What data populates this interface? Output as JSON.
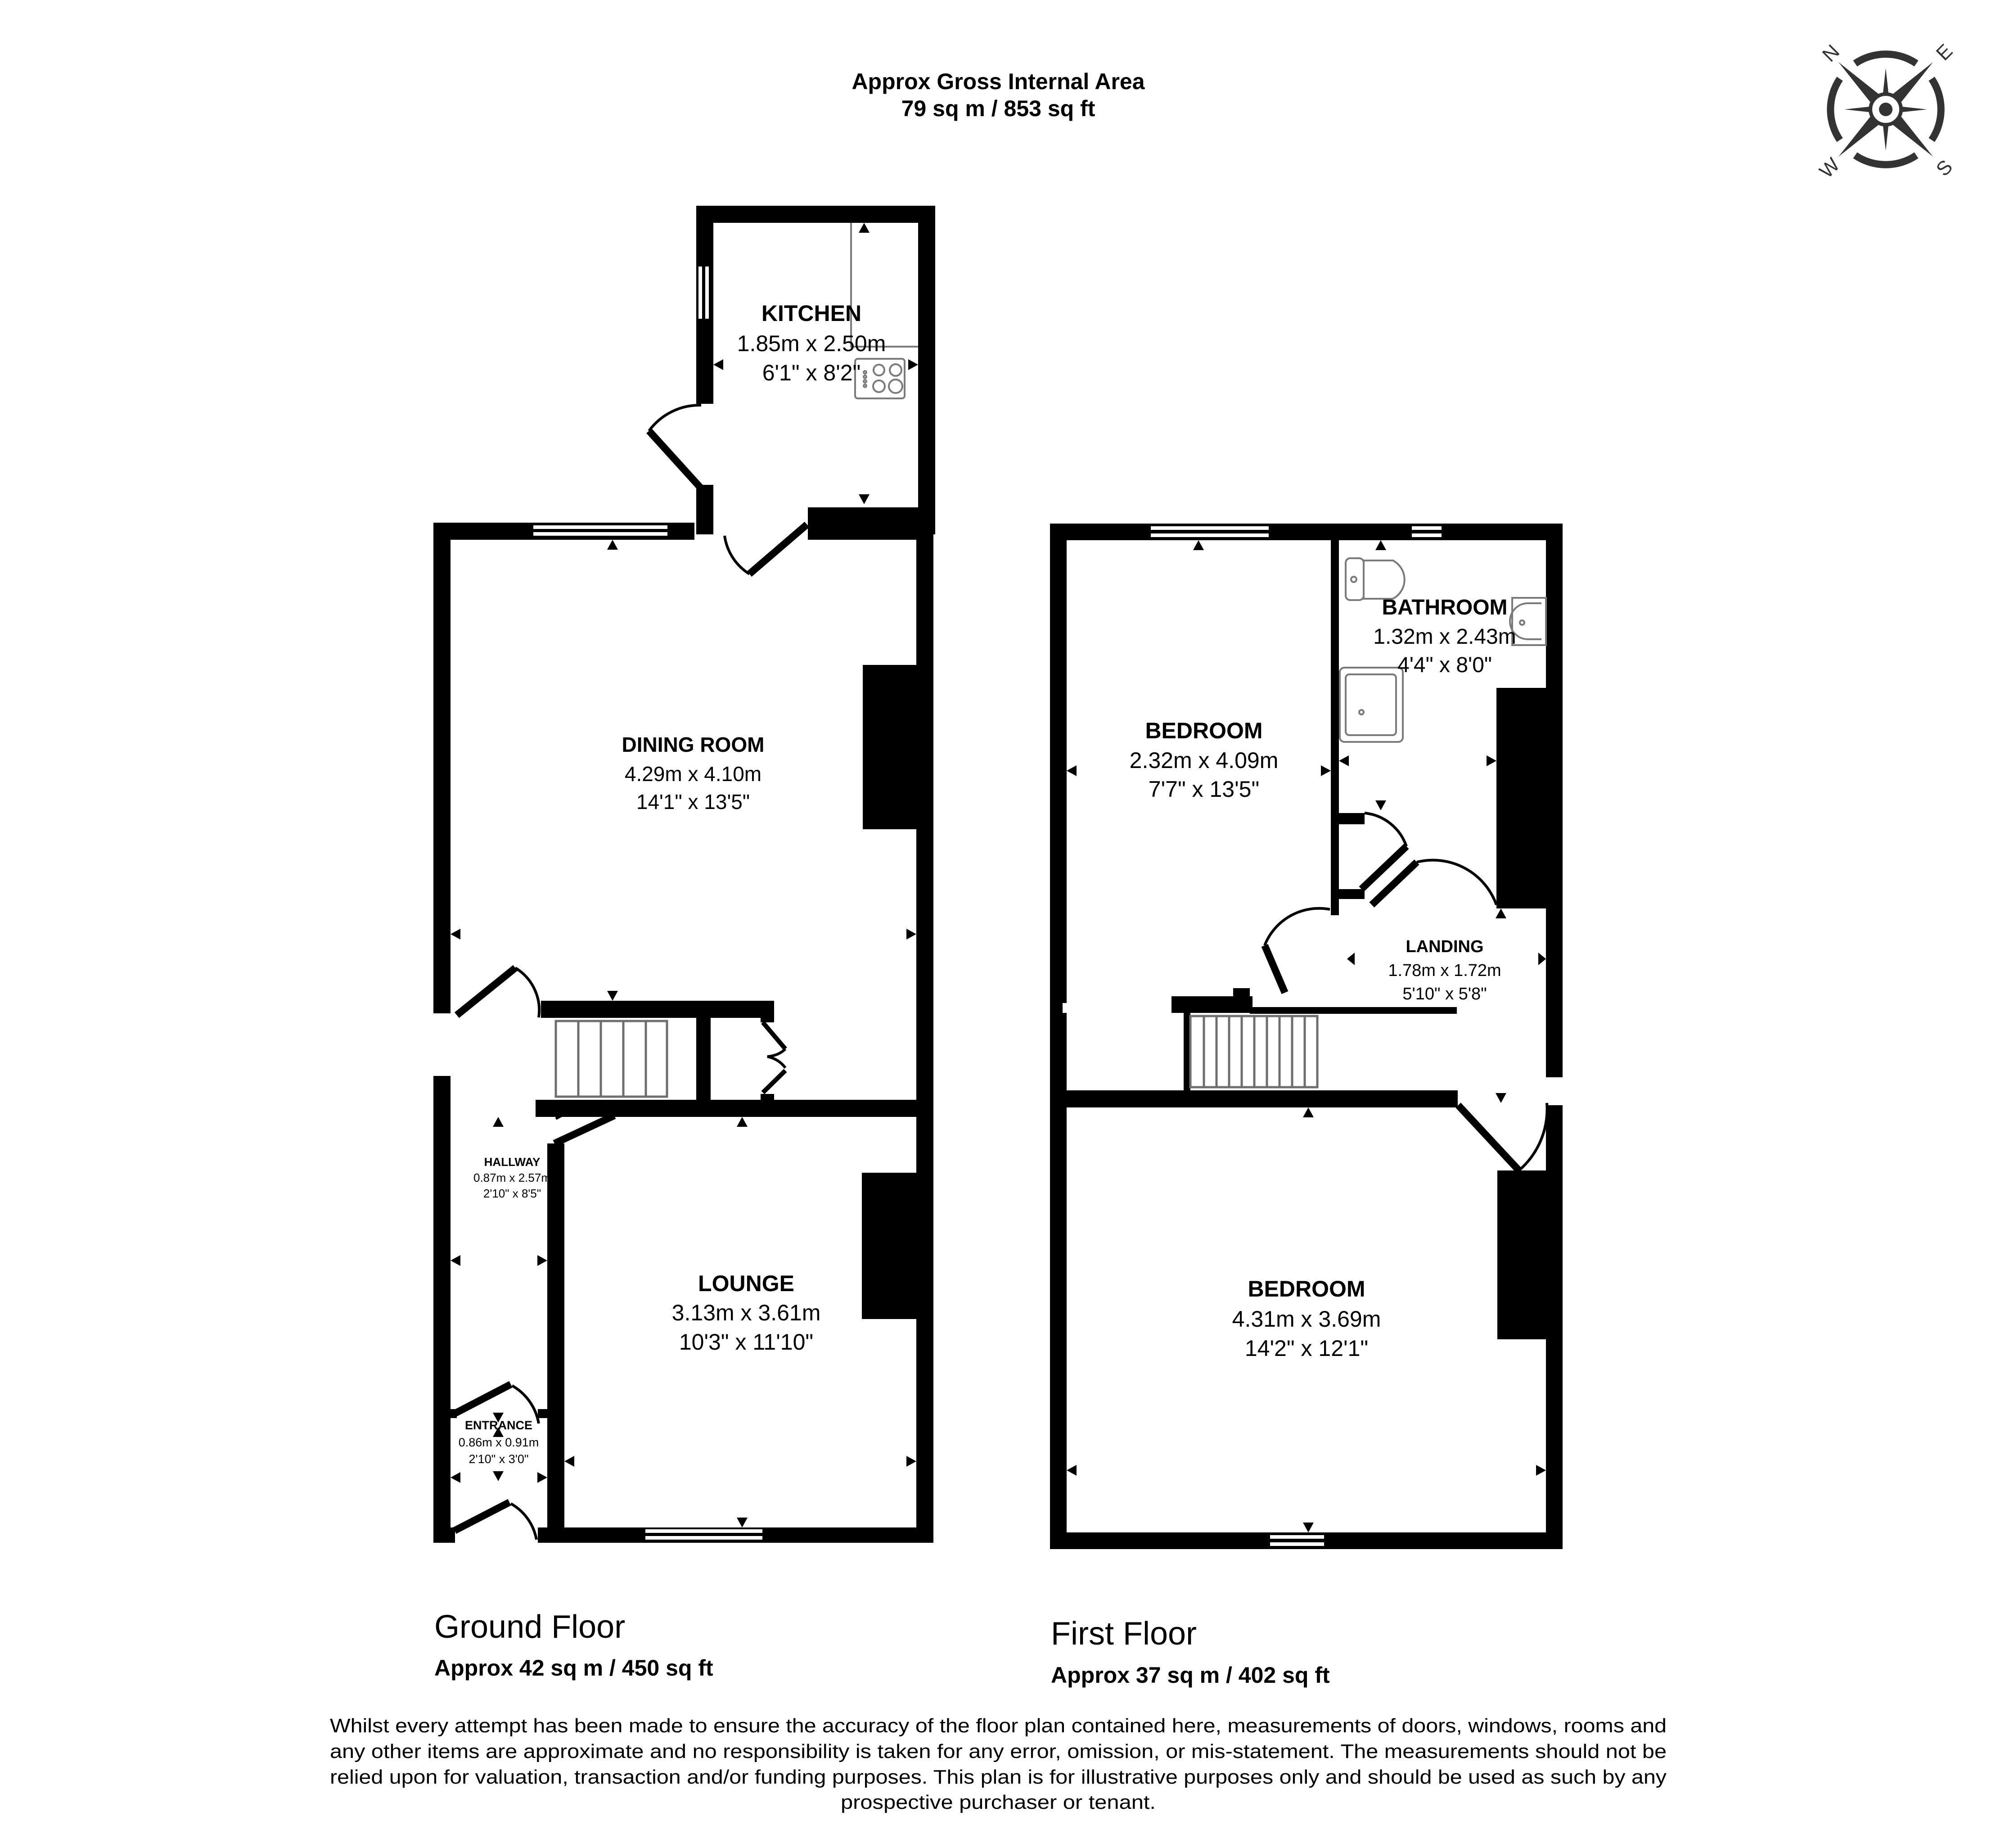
{
  "header": {
    "title": "Approx Gross Internal Area",
    "total_area": "79 sq m / 853 sq ft"
  },
  "compass": {
    "north": "N",
    "east": "E",
    "south": "S",
    "west": "W",
    "rotation_deg": -45
  },
  "ground_floor": {
    "name": "Ground Floor",
    "area": "Approx 42 sq m / 450 sq ft",
    "rooms": [
      {
        "name": "KITCHEN",
        "metric": "1.85m x 2.50m",
        "imperial": "6'1\" x 8'2\""
      },
      {
        "name": "DINING ROOM",
        "metric": "4.29m x 4.10m",
        "imperial": "14'1\" x 13'5\""
      },
      {
        "name": "HALLWAY",
        "metric": "0.87m x 2.57m",
        "imperial": "2'10\" x 8'5\""
      },
      {
        "name": "LOUNGE",
        "metric": "3.13m x 3.61m",
        "imperial": "10'3\" x 11'10\""
      },
      {
        "name": "ENTRANCE",
        "metric": "0.86m x 0.91m",
        "imperial": "2'10\" x 3'0\""
      }
    ]
  },
  "first_floor": {
    "name": "First Floor",
    "area": "Approx 37 sq m / 402 sq ft",
    "rooms": [
      {
        "name": "BEDROOM",
        "metric": "2.32m x 4.09m",
        "imperial": "7'7\" x 13'5\""
      },
      {
        "name": "BATHROOM",
        "metric": "1.32m x 2.43m",
        "imperial": "4'4\" x 8'0\""
      },
      {
        "name": "LANDING",
        "metric": "1.78m x 1.72m",
        "imperial": "5'10\" x 5'8\""
      },
      {
        "name": "BEDROOM",
        "metric": "4.31m x 3.69m",
        "imperial": "14'2\" x 12'1\""
      }
    ]
  },
  "disclaimer": {
    "lines": [
      "Whilst every attempt has been made to ensure the accuracy of the floor plan contained here, measurements of doors, windows, rooms and",
      "any other items are approximate and no responsibility is taken for any error, omission, or mis-statement. The measurements should not be",
      "relied upon for valuation, transaction and/or funding purposes. This plan is for illustrative purposes only and should be used as such by any",
      "prospective purchaser or tenant."
    ]
  },
  "colors": {
    "wall": "#000000",
    "fixture": "#7a7a7a",
    "compass": "#333333",
    "background": "#ffffff"
  }
}
